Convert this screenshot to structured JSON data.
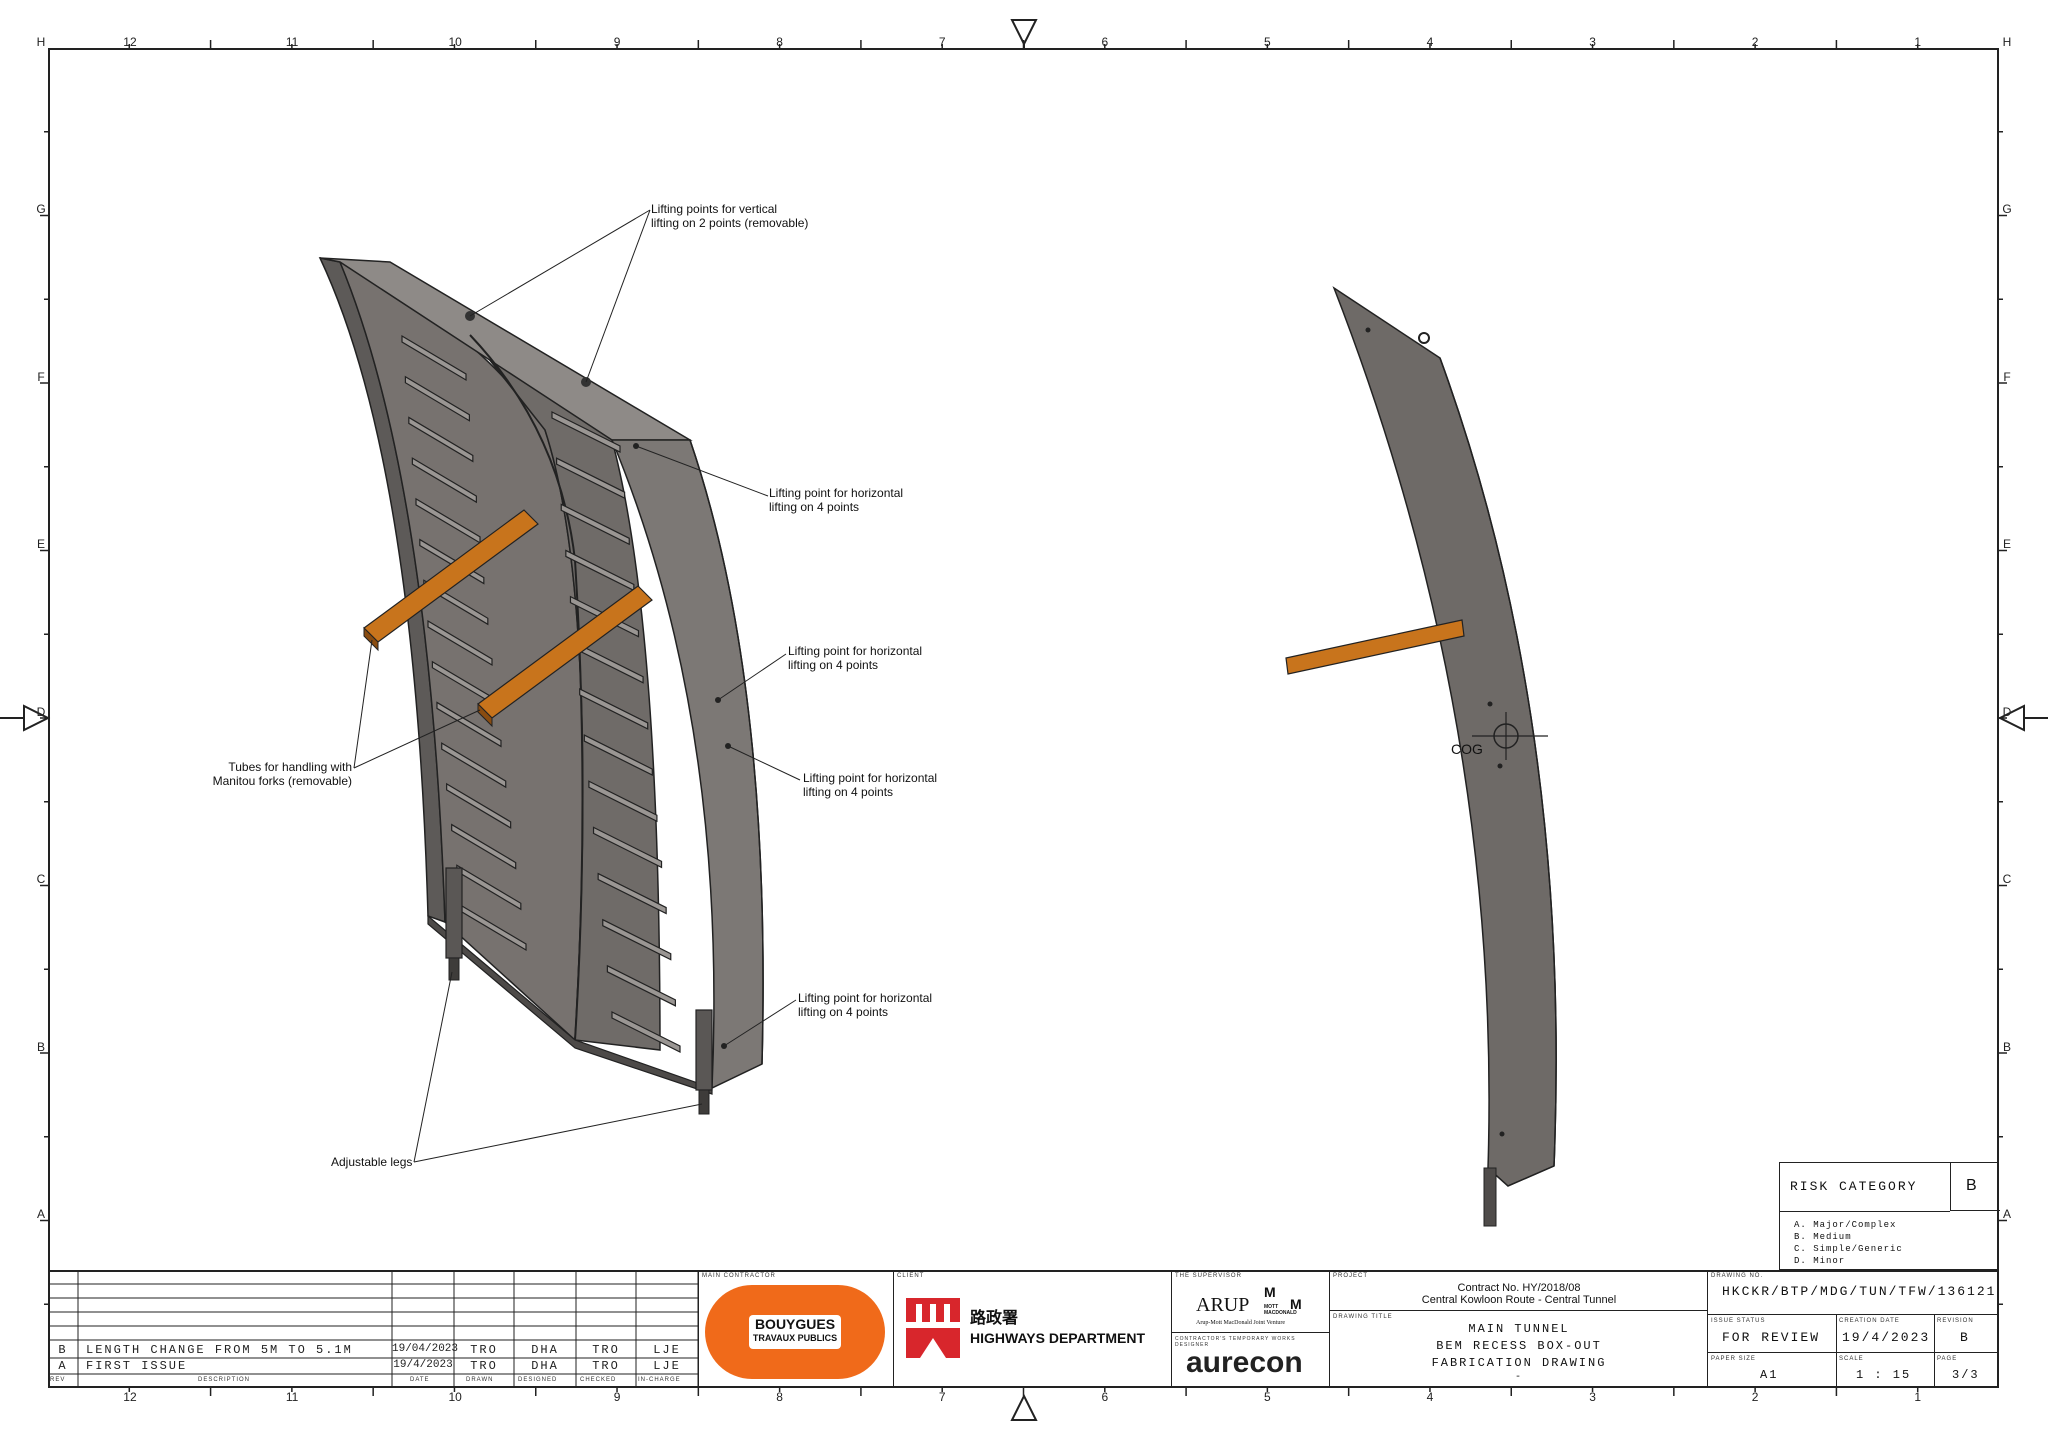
{
  "grid": {
    "columns": [
      "12",
      "11",
      "10",
      "9",
      "8",
      "7",
      "6",
      "5",
      "4",
      "3",
      "2",
      "1"
    ],
    "rows": [
      "H",
      "G",
      "F",
      "E",
      "D",
      "C",
      "B",
      "A"
    ]
  },
  "annotations": {
    "vertical_lifting": "Lifting points for vertical\nlifting on 2 points (removable)",
    "horizontal_1": "Lifting point for horizontal\nlifting on 4 points",
    "horizontal_2": "Lifting point for horizontal\nlifting on 4 points",
    "horizontal_3": "Lifting point for horizontal\nlifting on 4 points",
    "horizontal_4": "Lifting point for horizontal\nlifting on 4 points",
    "tubes": "Tubes for handling with\nManitou forks (removable)",
    "legs": "Adjustable legs",
    "cog": "COG"
  },
  "risk": {
    "title": "RISK CATEGORY",
    "value": "B",
    "options": [
      "A. Major/Complex",
      "B. Medium",
      "C. Simple/Generic",
      "D. Minor"
    ]
  },
  "revisions": {
    "rows": [
      {
        "rev": "B",
        "description": "LENGTH CHANGE FROM 5M TO 5.1M",
        "date": "19/04/2023",
        "drawn": "TRO",
        "designed": "DHA",
        "checked": "TRO",
        "in_charge": "LJE"
      },
      {
        "rev": "A",
        "description": "FIRST ISSUE",
        "date": "19/4/2023",
        "drawn": "TRO",
        "designed": "DHA",
        "checked": "TRO",
        "in_charge": "LJE"
      }
    ],
    "headers": {
      "rev": "REV",
      "description": "DESCRIPTION",
      "date": "DATE",
      "drawn": "DRAWN",
      "designed": "DESIGNED",
      "checked": "CHECKED",
      "in_charge": "IN-CHARGE"
    }
  },
  "title_block": {
    "main_contractor_label": "MAIN CONTRACTOR",
    "bouygues_1": "BOUYGUES",
    "bouygues_2": "TRAVAUX PUBLICS",
    "client_label": "CLIENT",
    "hyd_chinese": "路政署",
    "hyd_english": "HIGHWAYS DEPARTMENT",
    "supervisor_label": "THE SUPERVISOR",
    "arup": "ARUP",
    "mott_m1": "M",
    "mott_m2": "M",
    "mott_small": "MOTT\nMACDONALD",
    "jv": "Arup-Mott MacDonald Joint Venture",
    "designer_label": "CONTRACTOR'S TEMPORARY WORKS DESIGNER",
    "aurecon": "aurecon",
    "project_label": "PROJECT",
    "project_1": "Contract No. HY/2018/08",
    "project_2": "Central Kowloon Route - Central Tunnel",
    "drawing_title_label": "DRAWING TITLE",
    "title_1": "MAIN TUNNEL",
    "title_2": "BEM RECESS BOX-OUT",
    "title_3": "FABRICATION DRAWING",
    "title_4": "-",
    "drawing_no_label": "DRAWING NO.",
    "drawing_no": "HKCKR/BTP/MDG/TUN/TFW/136121",
    "issue_status_label": "ISSUE STATUS",
    "issue_status": "FOR REVIEW",
    "creation_date_label": "CREATION DATE",
    "creation_date": "19/4/2023",
    "revision_label": "REVISION",
    "revision": "B",
    "paper_size_label": "PAPER SIZE",
    "paper_size": "A1",
    "scale_label": "SCALE",
    "scale": "1 : 15",
    "page_label": "PAGE",
    "page": "3/3"
  },
  "colors": {
    "steel": "#6e6a67",
    "steel_dark": "#4f4c4a",
    "steel_light": "#8b8784",
    "timber": "#c8741c",
    "bouygues_orange": "#f06a1a",
    "hyd_red": "#d8262c",
    "aurecon_green": "#7bb342"
  }
}
